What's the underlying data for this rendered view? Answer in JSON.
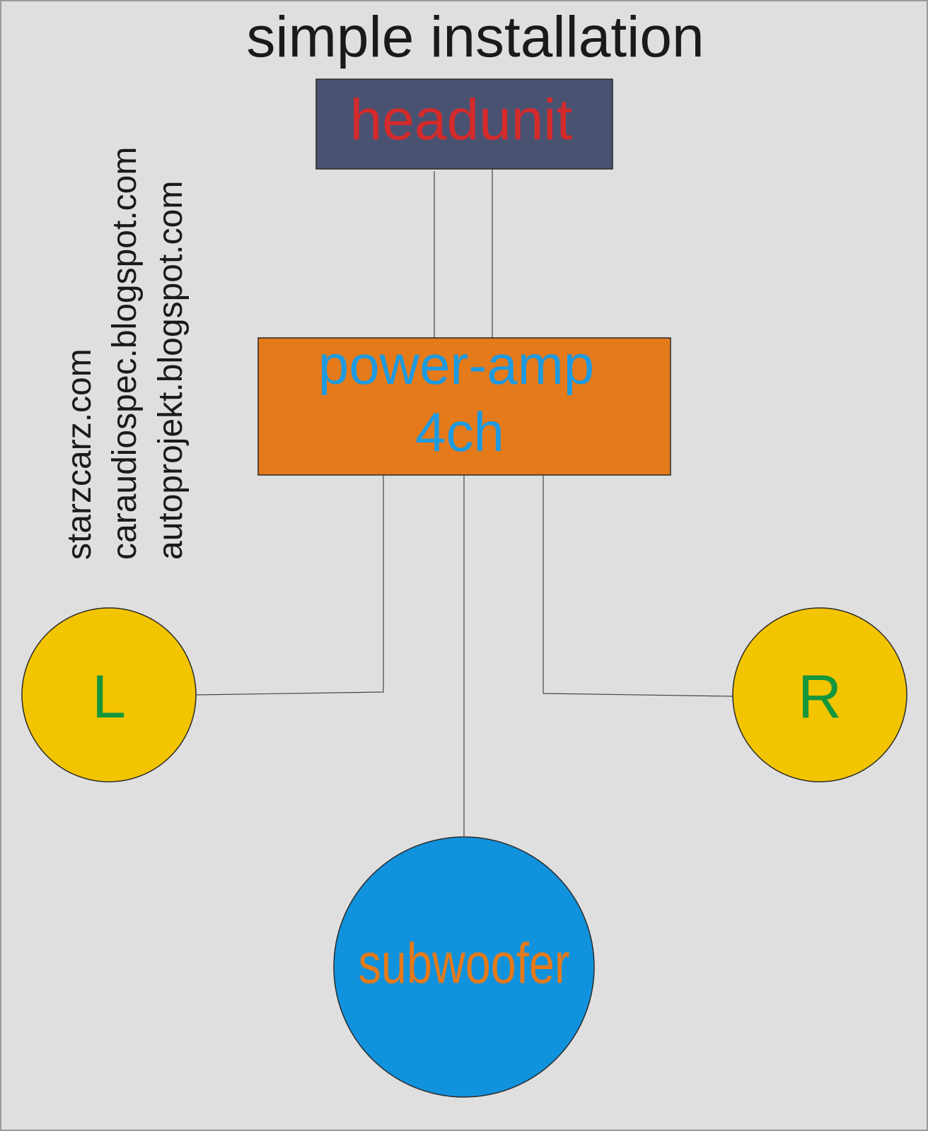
{
  "title": "simple installation",
  "watermark": {
    "lines": [
      "starzcarz.com",
      "caraudiospec.blogspot.com",
      "autoprojekt.blogspot.com"
    ]
  },
  "headunit": {
    "label": "headunit",
    "fill": "#4a5272",
    "text_color": "#d42a2a"
  },
  "amp": {
    "line1": "power-amp",
    "line2": "4ch",
    "fill": "#e57a1a",
    "text_color": "#1e9ae0"
  },
  "speaker_left": {
    "label": "L",
    "fill": "#f3c400",
    "text_color": "#14963c"
  },
  "speaker_right": {
    "label": "R",
    "fill": "#f3c400",
    "text_color": "#14963c"
  },
  "subwoofer": {
    "label": "subwoofer",
    "fill": "#1192dd",
    "text_color": "#e57a1a"
  },
  "colors": {
    "background": "#dfdfdf",
    "outline": "#2a2a2a",
    "wire": "#444444",
    "text": "#1a1a1a"
  }
}
